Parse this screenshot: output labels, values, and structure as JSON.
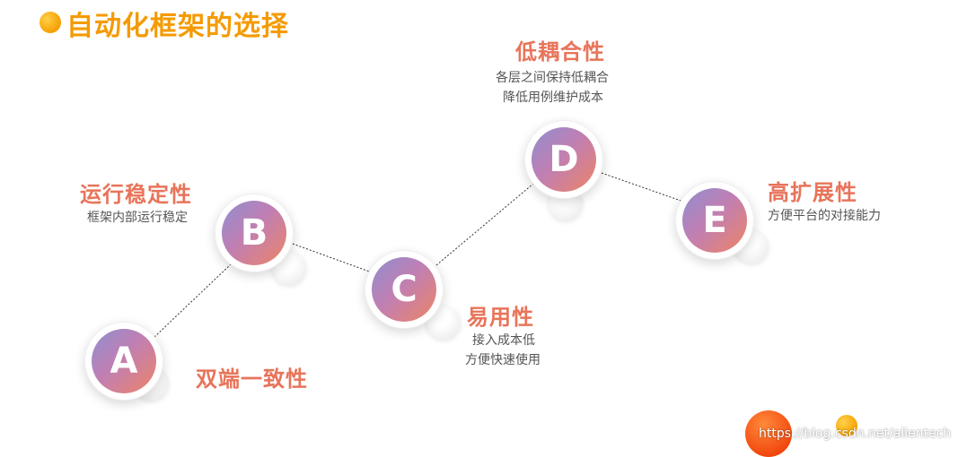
{
  "title": "自动化框架的选择",
  "nodes": [
    {
      "letter": "A",
      "heading": "双端一致性",
      "lines": []
    },
    {
      "letter": "B",
      "heading": "运行稳定性",
      "lines": [
        "框架内部运行稳定"
      ]
    },
    {
      "letter": "C",
      "heading": "易用性",
      "lines": [
        "接入成本低",
        "方便快速使用"
      ]
    },
    {
      "letter": "D",
      "heading": "低耦合性",
      "lines": [
        "各层之间保持低耦合",
        "降低用例维护成本"
      ]
    },
    {
      "letter": "E",
      "heading": "高扩展性",
      "lines": [
        "方便平台的对接能力"
      ]
    }
  ],
  "watermark": "https://blog.csdn.net/alientech",
  "colors": {
    "title": "#f59a00",
    "heading": "#e8745a",
    "node_gradient": [
      "#8f8fd0",
      "#c07fb3",
      "#ed8466"
    ]
  }
}
